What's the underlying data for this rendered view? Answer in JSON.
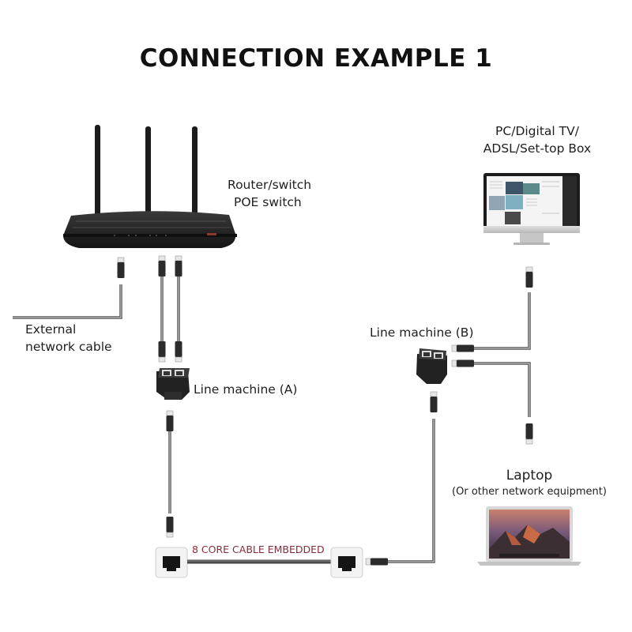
{
  "title": "CONNECTION EXAMPLE 1",
  "labels": {
    "router_line1": "Router/switch",
    "router_line2": "POE switch",
    "pc_line1": "PC/Digital TV/",
    "pc_line2": "ADSL/Set-top Box",
    "external_line1": "External",
    "external_line2": "network cable",
    "line_machine_a": "Line machine (A)",
    "line_machine_b": "Line machine (B)",
    "laptop": "Laptop",
    "laptop_sub": "(Or other network equipment)",
    "cable_embedded": "8 CORE CABLE EMBEDDED"
  },
  "colors": {
    "cable": "#555555",
    "cable_highlight": "#d8d8d8",
    "plug": "#2b2b2b",
    "cable_label": "#8a2b3a",
    "device_body": "#1e1e1e"
  }
}
